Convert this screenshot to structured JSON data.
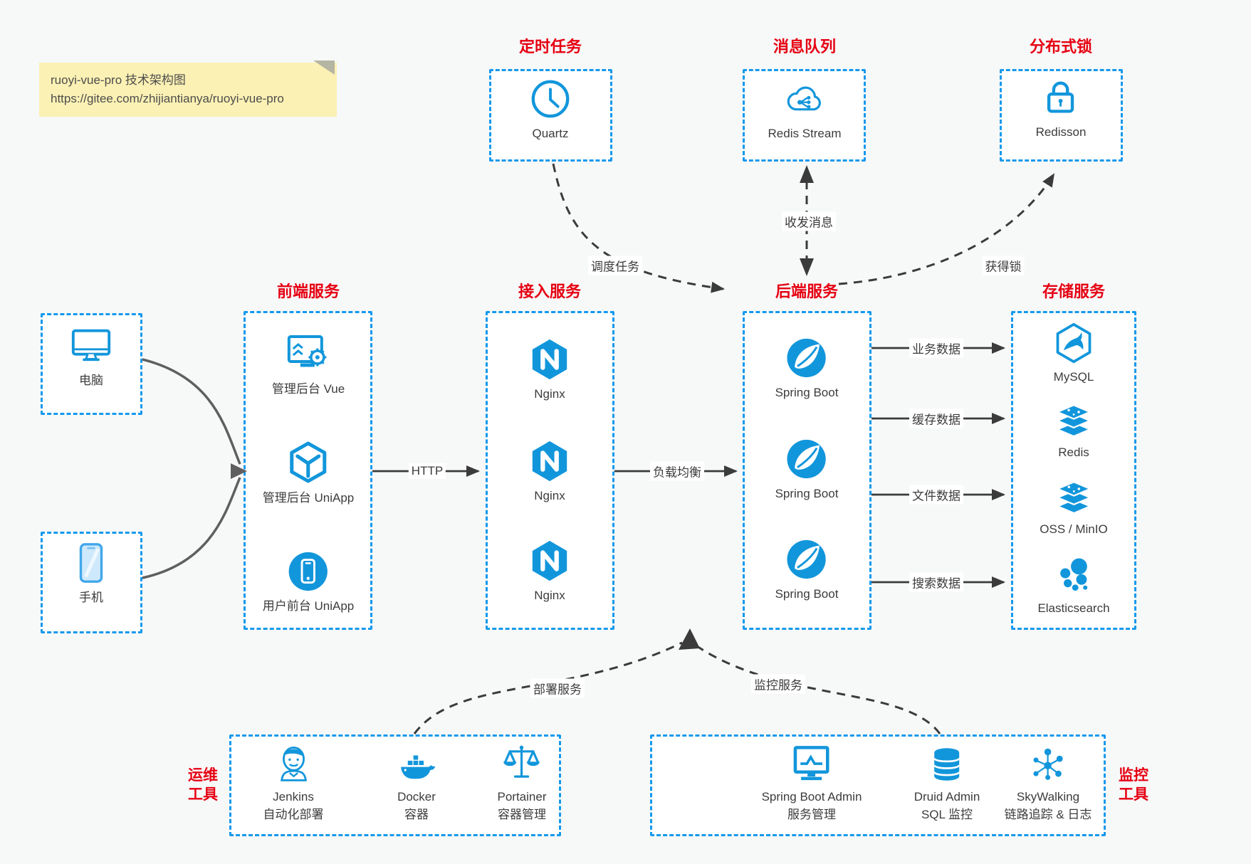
{
  "note": {
    "title": "ruoyi-vue-pro 技术架构图",
    "url": "https://gitee.com/zhijiantianya/ruoyi-vue-pro"
  },
  "top_groups": [
    {
      "title": "定时任务",
      "item": {
        "label": "Quartz",
        "icon": "clock-icon"
      }
    },
    {
      "title": "消息队列",
      "item": {
        "label": "Redis Stream",
        "icon": "cloud-message-icon"
      }
    },
    {
      "title": "分布式锁",
      "item": {
        "label": "Redisson",
        "icon": "lock-icon"
      }
    }
  ],
  "clients": [
    {
      "label": "电脑",
      "icon": "desktop-icon"
    },
    {
      "label": "手机",
      "icon": "smartphone-icon"
    }
  ],
  "columns": [
    {
      "title": "前端服务",
      "items": [
        {
          "label": "管理后台 Vue",
          "icon": "admin-vue-icon"
        },
        {
          "label": "管理后台 UniApp",
          "icon": "uniapp-cube-icon"
        },
        {
          "label": "用户前台 UniApp",
          "icon": "user-app-icon"
        }
      ]
    },
    {
      "title": "接入服务",
      "items": [
        {
          "label": "Nginx",
          "icon": "nginx-icon"
        },
        {
          "label": "Nginx",
          "icon": "nginx-icon"
        },
        {
          "label": "Nginx",
          "icon": "nginx-icon"
        }
      ]
    },
    {
      "title": "后端服务",
      "items": [
        {
          "label": "Spring Boot",
          "icon": "spring-icon"
        },
        {
          "label": "Spring Boot",
          "icon": "spring-icon"
        },
        {
          "label": "Spring Boot",
          "icon": "spring-icon"
        }
      ]
    },
    {
      "title": "存储服务",
      "items": [
        {
          "label": "MySQL",
          "icon": "mysql-icon"
        },
        {
          "label": "Redis",
          "icon": "redis-stack-icon"
        },
        {
          "label": "OSS / MinIO",
          "icon": "object-storage-icon"
        },
        {
          "label": "Elasticsearch",
          "icon": "elasticsearch-icon"
        }
      ]
    }
  ],
  "bottom_groups": [
    {
      "title_lines": [
        "运维",
        "工具"
      ],
      "items": [
        {
          "label": "Jenkins",
          "sublabel": "自动化部署",
          "icon": "jenkins-icon"
        },
        {
          "label": "Docker",
          "sublabel": "容器",
          "icon": "docker-whale-icon"
        },
        {
          "label": "Portainer",
          "sublabel": "容器管理",
          "icon": "portainer-scales-icon"
        }
      ]
    },
    {
      "title_lines": [
        "监控",
        "工具"
      ],
      "items": [
        {
          "label": "Spring Boot Admin",
          "sublabel": "服务管理",
          "icon": "monitor-chart-icon"
        },
        {
          "label": "Druid Admin",
          "sublabel": "SQL 监控",
          "icon": "database-icon"
        },
        {
          "label": "SkyWalking",
          "sublabel": "链路追踪 & 日志",
          "icon": "topology-icon"
        }
      ]
    }
  ],
  "edge_labels": {
    "http": "HTTP",
    "load_balance": "负载均衡",
    "schedule": "调度任务",
    "message": "收发消息",
    "lock": "获得锁",
    "business_data": "业务数据",
    "cache_data": "缓存数据",
    "file_data": "文件数据",
    "search_data": "搜索数据",
    "deploy": "部署服务",
    "monitor": "监控服务"
  },
  "colors": {
    "accent_blue": "#1499ec",
    "icon_blue": "#1296db",
    "title_red": "#e60012",
    "note_bg": "#fbf1b4",
    "arrow_dark": "#3b3b3b",
    "client_arrow_gray": "#5f5f5f",
    "page_bg": "#f7f8f8"
  }
}
